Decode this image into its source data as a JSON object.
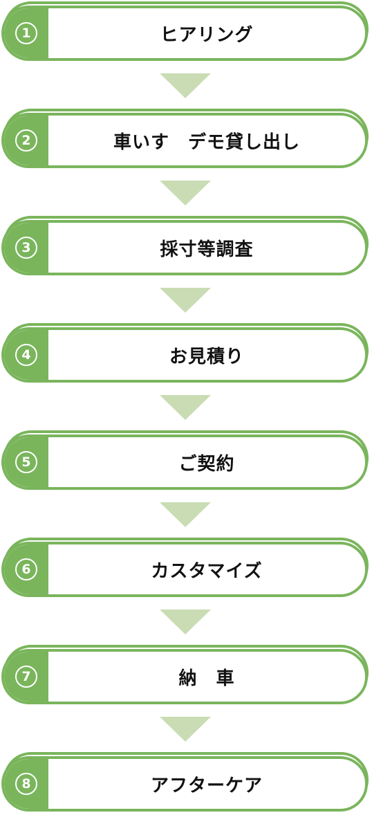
{
  "colors": {
    "accent_green": "#7ab55c",
    "arrow_green": "#c9dcb4",
    "text": "#111111"
  },
  "steps": [
    {
      "number": "1",
      "label": "ヒアリング"
    },
    {
      "number": "2",
      "label": "車いす　デモ貸し出し"
    },
    {
      "number": "3",
      "label": "採寸等調査"
    },
    {
      "number": "4",
      "label": "お見積り"
    },
    {
      "number": "5",
      "label": "ご契約"
    },
    {
      "number": "6",
      "label": "カスタマイズ"
    },
    {
      "number": "7",
      "label": "納　車"
    },
    {
      "number": "8",
      "label": "アフターケア"
    }
  ]
}
